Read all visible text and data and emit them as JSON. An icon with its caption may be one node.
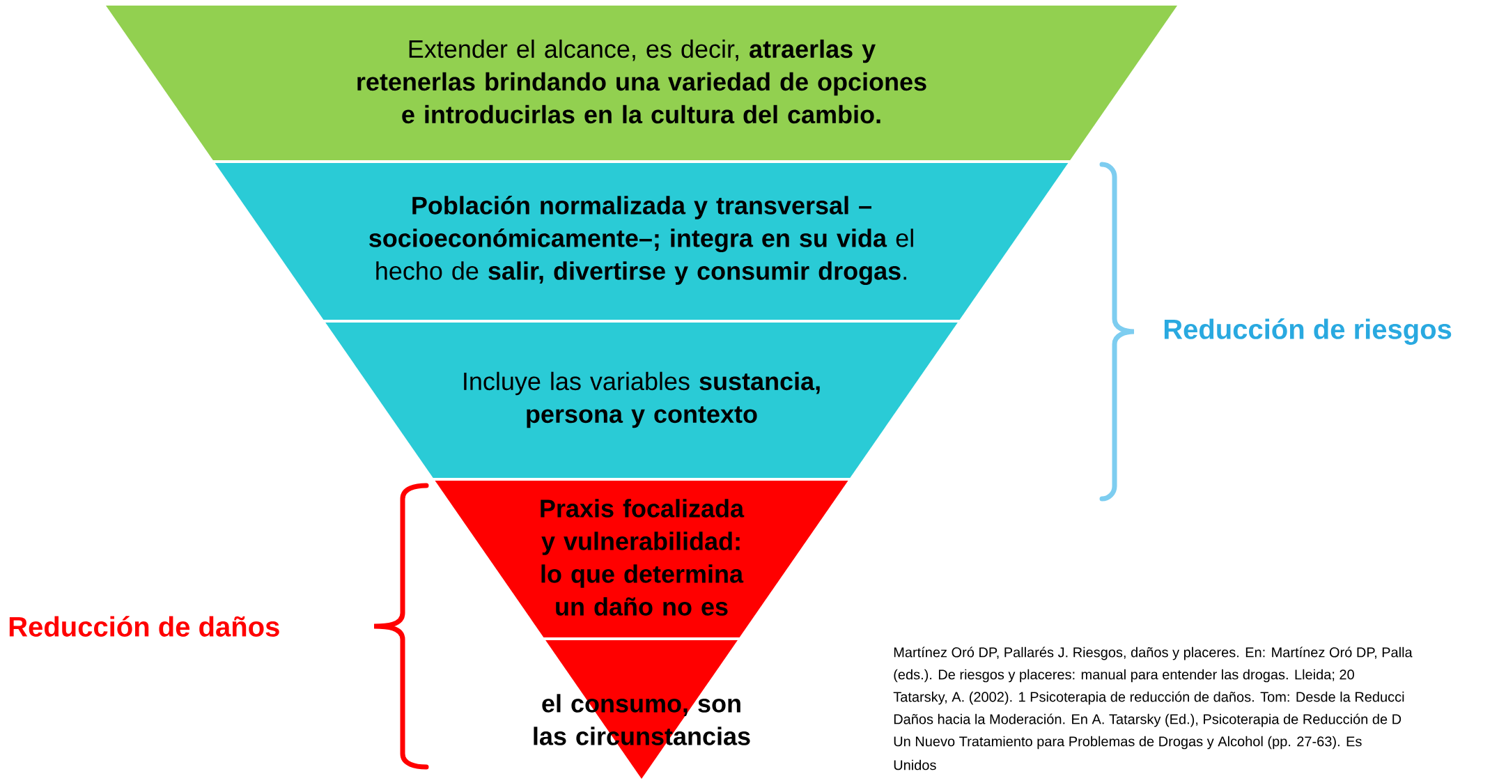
{
  "diagram": {
    "nodes": [
      {
        "text": [
          "Extender el alcance, es decir, **atraerlas y retenerlas brindando una variedad de opciones e introducirlas en la cultura del cambio.**"
        ]
      },
      {
        "text": [
          "**Población normalizada y transversal –socioeconómicamente–; integra en su vida** el hecho de **salir, divertirse y consumir drogas**."
        ]
      },
      {
        "text": [
          "Incluye las variables **sustancia, persona y contexto**"
        ]
      },
      {
        "text": [
          "Praxis focalizada y vulnerabilidad: lo que determina un daño no es"
        ]
      },
      {
        "text": [
          "el consumo, son las circunstancias"
        ]
      }
    ],
    "labels": [
      "Reducción de riesgos",
      "Reducción de daños",
      "Martínez Oró DP, Pallarés J. Riesgos, daños y placeres. En: Martínez Oró DP, Palla",
      "(eds.). De riesgos y placeres: manual para entender las drogas. Lleida; 20",
      "Tatarsky, A. (2002). 1 Psicoterapia de reducción de daños. Tom: Desde la Reducci",
      "Daños hacia la Moderación. En A. Tatarsky (Ed.), Psicoterapia de Reducción de D",
      "Un Nuevo Tratamiento para Problemas de Drogas y Alcohol (pp. 27-63). Es",
      "Unidos"
    ]
  }
}
